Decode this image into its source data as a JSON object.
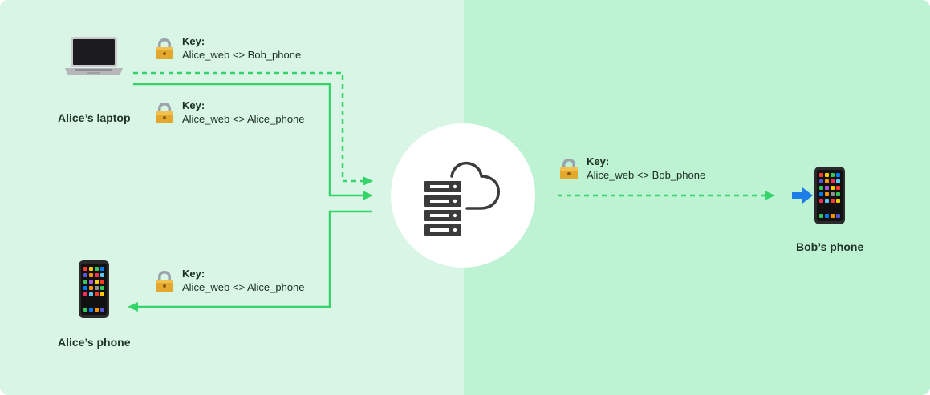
{
  "colors": {
    "left_bg": "#d9f5e5",
    "right_bg": "#bdf2d3",
    "line": "#34d46a",
    "server_icon": "#3b3b3b",
    "arrow_blue": "#1e7de6"
  },
  "devices": {
    "alice_laptop": {
      "label": "Alice’s laptop",
      "icon": "laptop-icon"
    },
    "alice_phone": {
      "label": "Alice’s phone",
      "icon": "phone-icon"
    },
    "bob_phone": {
      "label": "Bob’s phone",
      "icon": "phone-icon"
    },
    "server": {
      "icon": "server-cloud-icon"
    }
  },
  "keys": [
    {
      "title": "Key:",
      "value": "Alice_web <> Bob_phone",
      "icon": "lock-icon"
    },
    {
      "title": "Key:",
      "value": "Alice_web <> Alice_phone",
      "icon": "lock-icon"
    },
    {
      "title": "Key:",
      "value": "Alice_web <> Bob_phone",
      "icon": "lock-icon"
    },
    {
      "title": "Key:",
      "value": "Alice_web <> Alice_phone",
      "icon": "lock-icon"
    }
  ]
}
